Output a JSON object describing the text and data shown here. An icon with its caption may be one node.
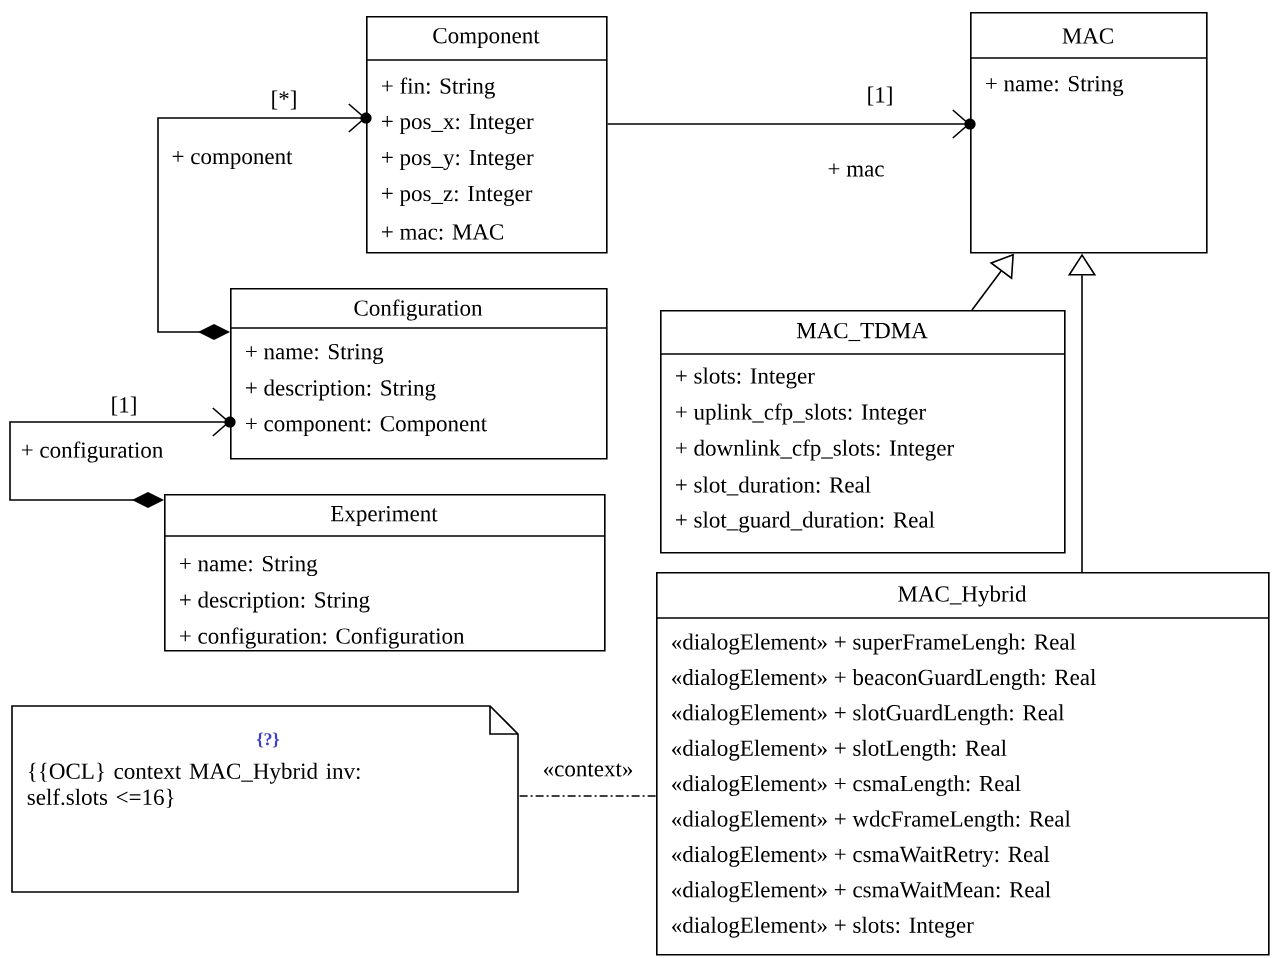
{
  "diagram": {
    "nodes": [
      {
        "text": [
          "Component",
          "+ fin: String",
          "+ pos_x: Integer",
          "+ pos_y: Integer",
          "+ pos_z: Integer",
          "+ mac: MAC"
        ]
      },
      {
        "text": [
          "MAC",
          "+ name: String"
        ]
      },
      {
        "text": [
          "Configuration",
          "+ name: String",
          "+ description: String",
          "+ component: Component"
        ]
      },
      {
        "text": [
          "MAC_TDMA",
          "+ slots: Integer",
          "+ uplink_cfp_slots: Integer",
          "+ downlink_cfp_slots: Integer",
          "+ slot_duration: Real",
          "+ slot_guard_duration: Real"
        ]
      },
      {
        "text": [
          "Experiment",
          "+ name: String",
          "+ description: String",
          "+ configuration: Configuration"
        ]
      },
      {
        "text": [
          "MAC_Hybrid",
          "«dialogElement» + superFrameLengh: Real",
          "«dialogElement» + beaconGuardLength: Real",
          "«dialogElement» + slotGuardLength: Real",
          "«dialogElement» + slotLength: Real",
          "«dialogElement» + csmaLength: Real",
          "«dialogElement» + wdcFrameLength: Real",
          "«dialogElement» + csmaWaitRetry: Real",
          "«dialogElement» + csmaWaitMean: Real",
          "«dialogElement» + slots: Integer"
        ]
      },
      {
        "text": [
          "{?}",
          "{{OCL} context MAC_Hybrid inv: self.slots <=16}"
        ]
      }
    ],
    "edges": [
      {
        "from": 2,
        "to": 0,
        "arrow": "to",
        "label": "+ component"
      },
      {
        "from": 0,
        "to": 1,
        "arrow": "to",
        "label": "+ mac"
      },
      {
        "from": 4,
        "to": 2,
        "arrow": "to",
        "label": "+ configuration"
      },
      {
        "from": 3,
        "to": 1,
        "arrow": "to"
      },
      {
        "from": 5,
        "to": 1,
        "arrow": "to"
      },
      {
        "from": 6,
        "to": 5,
        "arrow": "none",
        "label": "«context»",
        "style": "dashed"
      }
    ],
    "labels": [
      "[*]",
      "[1]",
      "[1]"
    ]
  }
}
